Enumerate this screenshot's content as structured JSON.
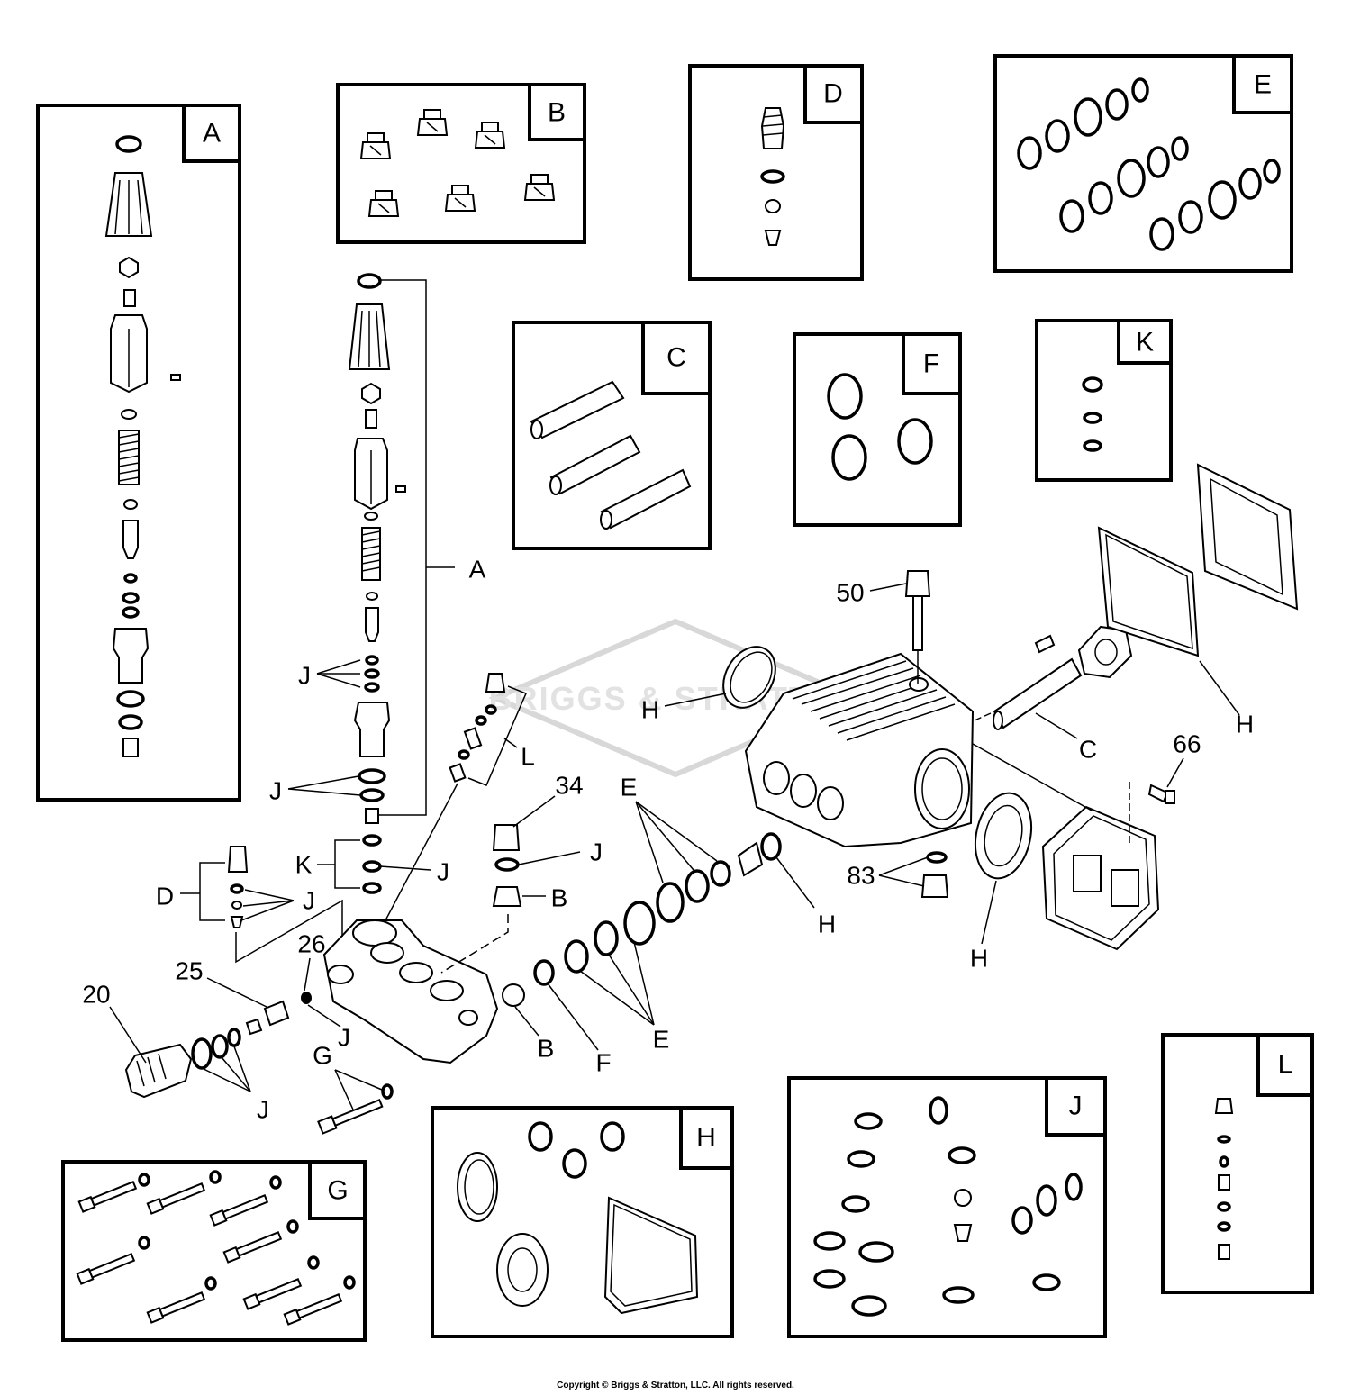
{
  "watermark": {
    "text": "BRIGGS & STRATTON"
  },
  "copyright": "Copyright © Briggs & Stratton, LLC. All rights reserved.",
  "kits": {
    "A": "A",
    "B": "B",
    "C": "C",
    "D": "D",
    "E": "E",
    "F": "F",
    "G": "G",
    "H": "H",
    "J": "J",
    "K": "K",
    "L": "L"
  },
  "callouts": {
    "c20": "20",
    "c25": "25",
    "c26": "26",
    "c34": "34",
    "c50": "50",
    "c66": "66",
    "c83": "83",
    "cA": "A",
    "cB1": "B",
    "cB2": "B",
    "cC": "C",
    "cD": "D",
    "cE1": "E",
    "cE2": "E",
    "cF": "F",
    "cG": "G",
    "cH1": "H",
    "cH2": "H",
    "cH3": "H",
    "cH4": "H",
    "cJ1": "J",
    "cJ2": "J",
    "cJ3": "J",
    "cJ4": "J",
    "cJ5": "J",
    "cJ6": "J",
    "cJ7": "J",
    "cK": "K",
    "cL": "L"
  }
}
